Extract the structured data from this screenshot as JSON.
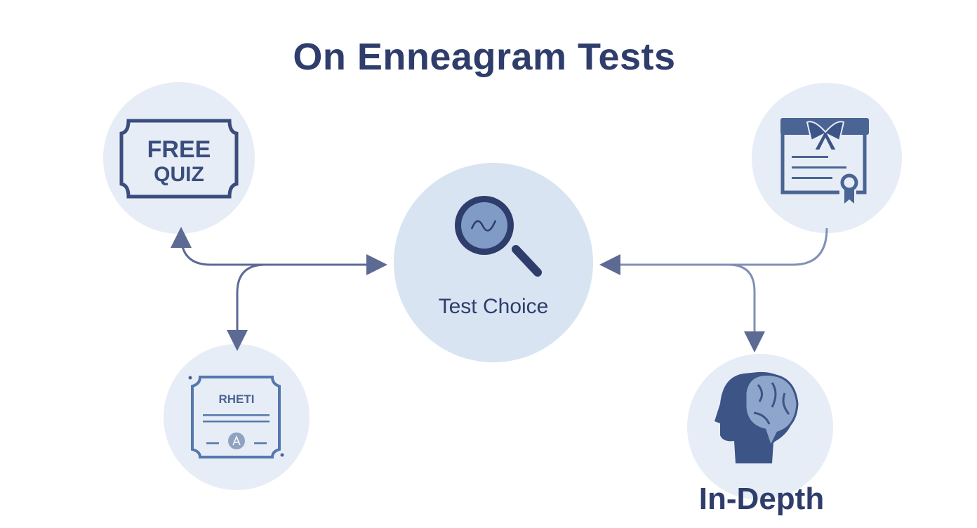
{
  "title": "On Enneagram Tests",
  "nodes": {
    "free_quiz": {
      "line1": "FREE",
      "line2": "QUIZ",
      "icon": "ticket-icon"
    },
    "certificate": {
      "icon": "certificate-ribbon-icon"
    },
    "center": {
      "label": "Test Choice",
      "icon": "magnifier-icon"
    },
    "rheti": {
      "label": "RHETI",
      "icon": "diploma-icon"
    },
    "in_depth": {
      "label": "In-Depth",
      "icon": "brain-head-icon"
    }
  },
  "colors": {
    "primary": "#2e3d6b",
    "icon": "#4a6494",
    "circle": "#e7edf6",
    "center_circle": "#d8e4f2",
    "arrow": "#5c6a94"
  }
}
